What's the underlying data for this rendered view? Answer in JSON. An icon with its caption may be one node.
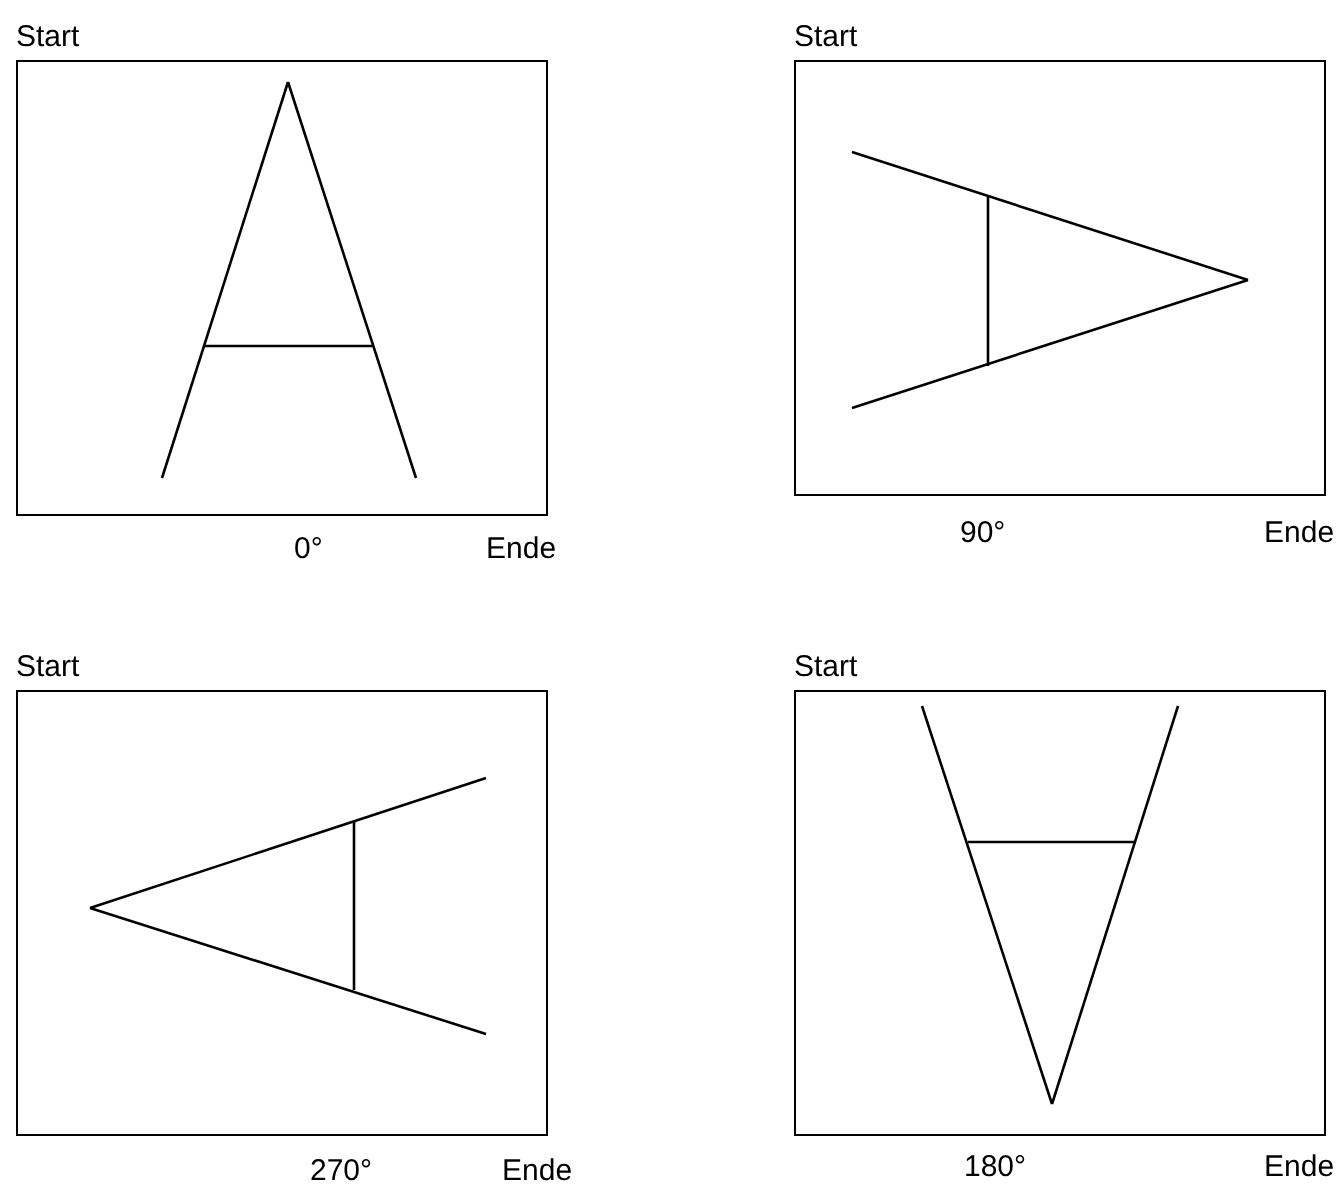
{
  "diagram": {
    "nodes": [
      {
        "text": [
          "Start"
        ],
        "beside": [
          "0°",
          "Ende"
        ]
      },
      {
        "text": [
          "Start"
        ],
        "beside": [
          "90°",
          "Ende"
        ]
      },
      {
        "text": [
          "Start"
        ],
        "beside": [
          "270°",
          "Ende"
        ]
      },
      {
        "text": [
          "Start"
        ],
        "beside": [
          "180°",
          "Ende"
        ]
      }
    ]
  }
}
